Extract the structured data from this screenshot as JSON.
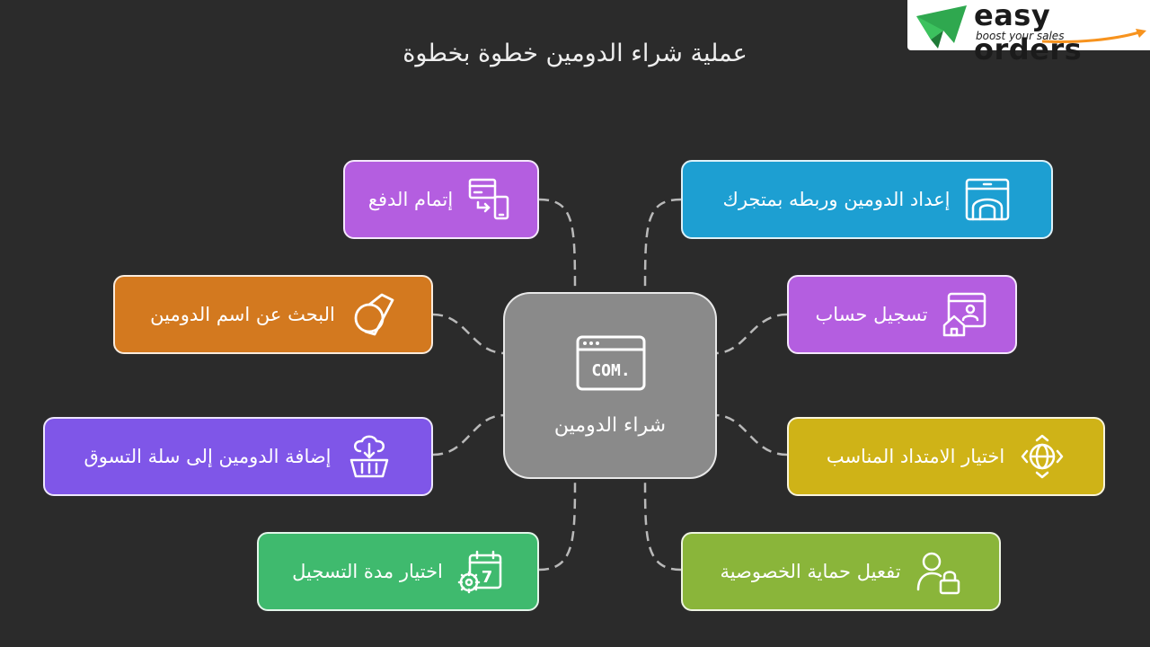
{
  "title": "عملية شراء الدومين خطوة بخطوة",
  "brand": {
    "name": "easy orders",
    "tagline": "boost your sales",
    "colors": {
      "green": "#2fa84f",
      "orange": "#f7931e"
    }
  },
  "center": {
    "label": "شراء الدومين",
    "icon": "browser-com-icon",
    "icon_text": ".COM",
    "color": "#8a8a8a"
  },
  "steps": {
    "payment": {
      "label": "إتمام الدفع",
      "icon": "card-payment-phone-icon",
      "color": "#b45ee0"
    },
    "setup_store": {
      "label": "إعداد الدومين وربطه بمتجرك",
      "icon": "storefront-icon",
      "color": "#1d9fd2"
    },
    "search": {
      "label": "البحث عن اسم الدومين",
      "icon": "search-domain-icon",
      "color": "#d3791f"
    },
    "register_account": {
      "label": "تسجيل حساب",
      "icon": "account-register-icon",
      "color": "#b45ee0"
    },
    "add_to_cart": {
      "label": "إضافة الدومين إلى سلة التسوق",
      "icon": "cart-basket-icon",
      "color": "#7f56e8"
    },
    "extension": {
      "label": "اختيار الامتداد المناسب",
      "icon": "globe-icon",
      "color": "#cfb317"
    },
    "duration": {
      "label": "اختيار مدة التسجيل",
      "icon": "calendar-gear-icon",
      "icon_text": "7",
      "color": "#3fba6e"
    },
    "privacy": {
      "label": "تفعيل حماية الخصوصية",
      "icon": "user-lock-icon",
      "color": "#8ab53a"
    }
  }
}
